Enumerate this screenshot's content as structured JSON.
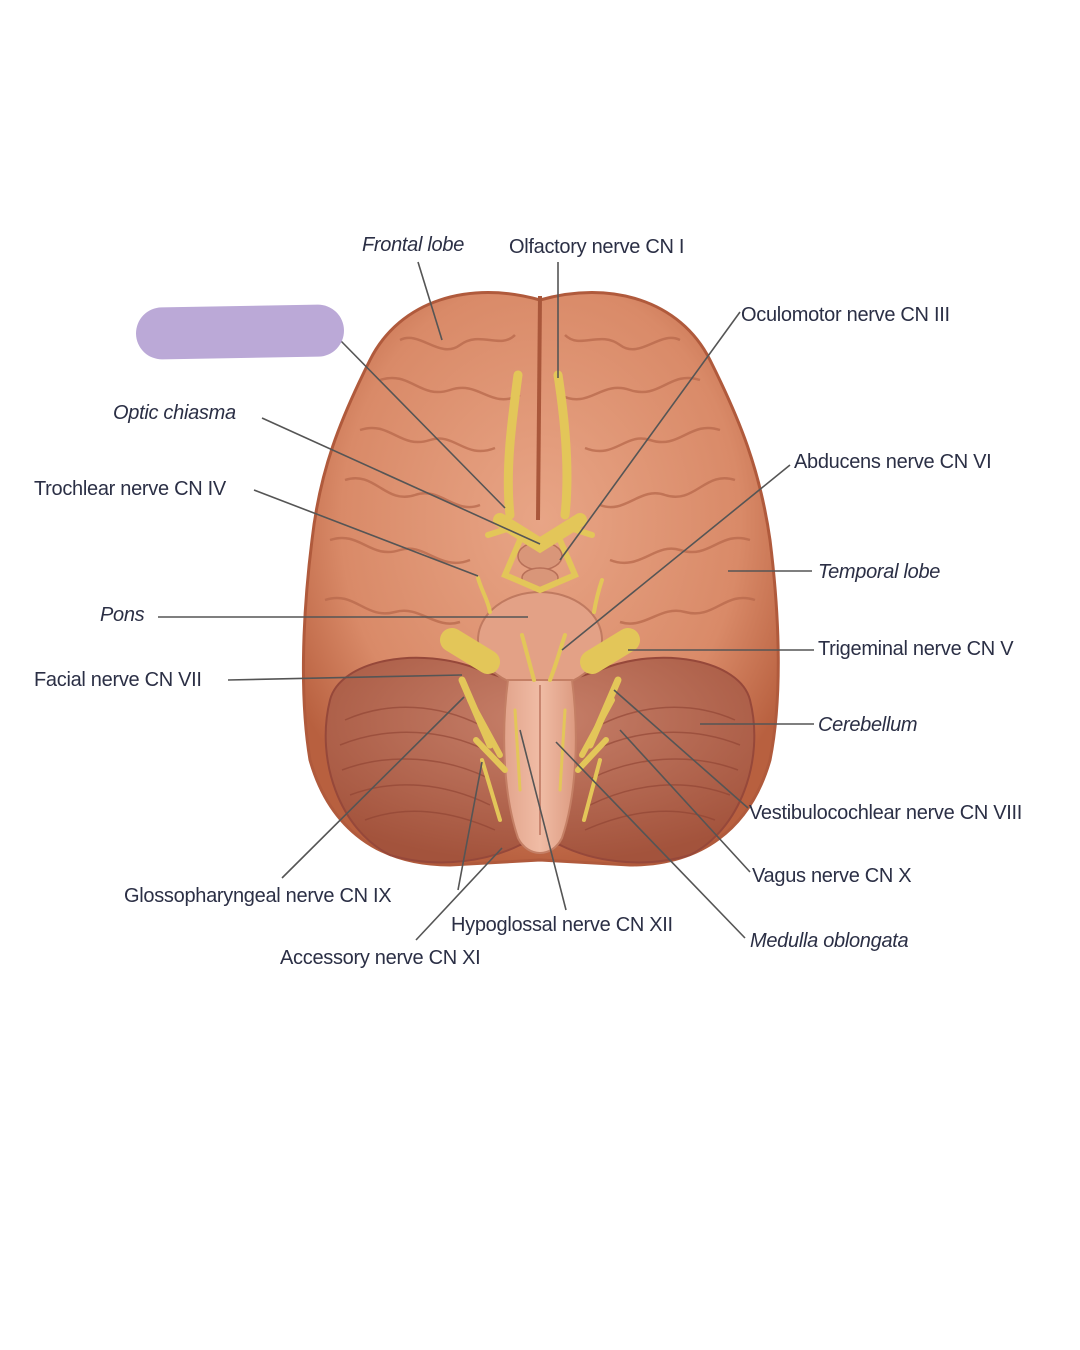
{
  "diagram": {
    "subject": "Inferior view of the brain with cranial nerves",
    "colors": {
      "background": "#ffffff",
      "brain": "#d98a68",
      "brain_shadow": "#b55e42",
      "cerebellum": "#b86a52",
      "nerve": "#e8cf63",
      "leader_line": "#555555",
      "redaction": "#bba9d7",
      "label_text": "#2b2f45"
    },
    "redacted_label": {
      "shape": "rounded-rect-highlight",
      "color": "#bba9d7",
      "points_to": "olfactory tract / optic nerve region"
    },
    "labels": {
      "frontal_lobe": "Frontal lobe",
      "olfactory": "Olfactory nerve CN I",
      "oculomotor": "Oculomotor nerve CN III",
      "optic_chiasma": "Optic chiasma",
      "abducens": "Abducens nerve CN VI",
      "trochlear": "Trochlear nerve CN IV",
      "temporal_lobe": "Temporal lobe",
      "pons": "Pons",
      "trigeminal": "Trigeminal nerve CN V",
      "facial": "Facial nerve CN VII",
      "cerebellum": "Cerebellum",
      "vestibulocochlear": "Vestibulocochlear nerve CN VIII",
      "glossopharyngeal": "Glossopharyngeal nerve CN IX",
      "vagus": "Vagus nerve CN X",
      "hypoglossal": "Hypoglossal nerve CN XII",
      "medulla": "Medulla oblongata",
      "accessory": "Accessory nerve CN XI"
    }
  }
}
